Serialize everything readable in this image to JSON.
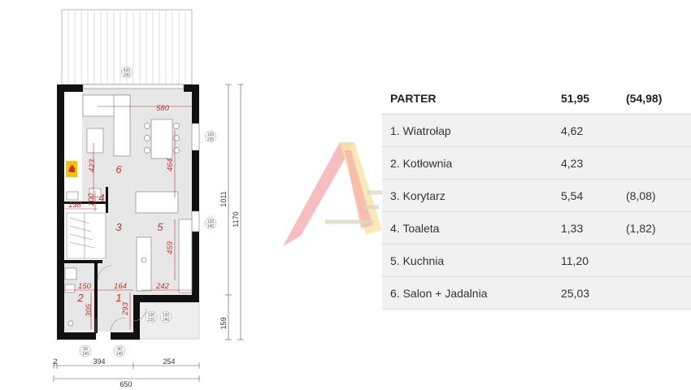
{
  "table": {
    "header": {
      "label": "PARTER",
      "area": "51,95",
      "alt": "(54,98)"
    },
    "rows": [
      {
        "label": "1. Wiatrołap",
        "area": "4,62",
        "alt": ""
      },
      {
        "label": "2. Kotłownia",
        "area": "4,23",
        "alt": ""
      },
      {
        "label": "3. Korytarz",
        "area": "5,54",
        "alt": "(8,08)"
      },
      {
        "label": "4. Toaleta",
        "area": "1,33",
        "alt": "(1,82)"
      },
      {
        "label": "5. Kuchnia",
        "area": "11,20",
        "alt": ""
      },
      {
        "label": "6. Salon + Jadalnia",
        "area": "25,03",
        "alt": ""
      }
    ]
  },
  "plan": {
    "rooms": [
      "1",
      "2",
      "3",
      "4",
      "5",
      "6"
    ],
    "dims": [
      "580",
      "423",
      "464",
      "198",
      "100",
      "459",
      "150",
      "164",
      "242",
      "305",
      "293"
    ],
    "bottom_dims": [
      "394",
      "254",
      "650",
      "2"
    ],
    "right_dims": [
      "1011",
      "1170",
      "159"
    ],
    "openings": {
      "top": [
        "420",
        "230"
      ],
      "right1": [
        "120",
        "230"
      ],
      "right2": [
        "120",
        "140"
      ],
      "door": [
        "100",
        "210"
      ],
      "right3": [
        "120",
        "140"
      ],
      "bot1": [
        "90",
        "140"
      ],
      "bot2": [
        "90",
        "140"
      ]
    }
  },
  "colors": {
    "red": "#c0392b",
    "wall": "#111111",
    "floor": "#e7e7e7",
    "table_row": "#f1f1f1"
  },
  "icons": {
    "boiler": "boiler-icon",
    "watermark": "logo-watermark"
  }
}
